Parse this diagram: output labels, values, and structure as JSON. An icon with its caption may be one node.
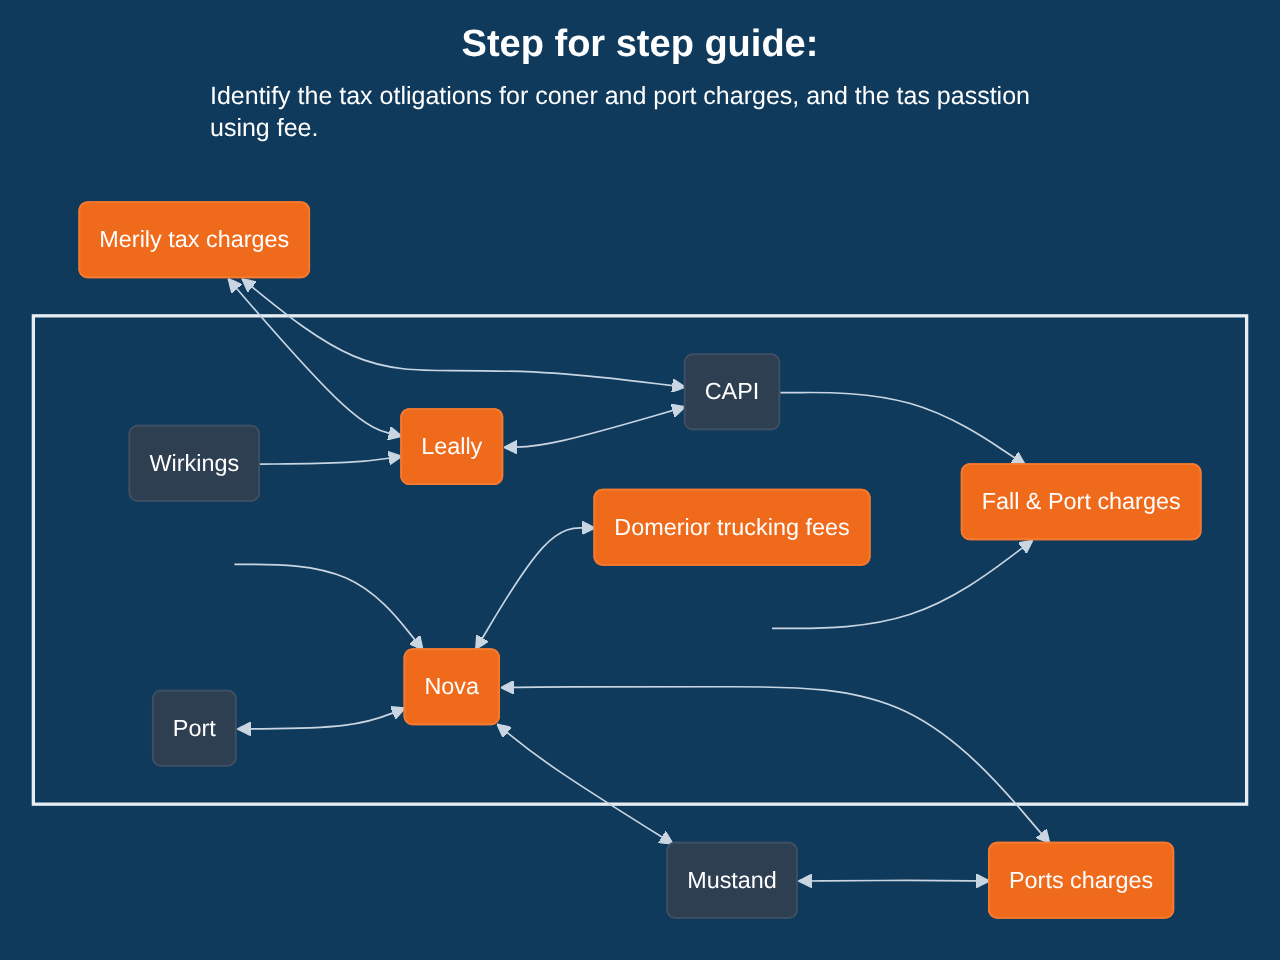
{
  "diagram": {
    "title": "Step for step guide:",
    "caption": "Identify the tax otligations for coner and port charges, and the tas passtion using fee.",
    "nodes": [
      {
        "text": [
          "Merily tax charges"
        ]
      },
      {
        "text": [],
        "shape": "box"
      },
      {
        "text": [
          "Wirkings"
        ],
        "in": 1
      },
      {
        "text": [
          "Leally"
        ],
        "in": 1
      },
      {
        "text": [
          "CAPI"
        ],
        "in": 1
      },
      {
        "text": [
          "Fall & Port charges"
        ],
        "in": 1
      },
      {
        "text": [
          "Port"
        ],
        "in": 1
      },
      {
        "text": [
          "Nova"
        ],
        "in": 1
      },
      {
        "text": [
          "Domerior trucking fees"
        ],
        "in": 1
      },
      {
        "text": [
          "Mustand"
        ]
      },
      {
        "text": [
          "Ports charges"
        ]
      }
    ],
    "edges": [
      {
        "from": 0,
        "to": 3,
        "arrow": "both"
      },
      {
        "from": 0,
        "to": 4,
        "arrow": "both"
      },
      {
        "from": 2,
        "to": 3,
        "arrow": "to"
      },
      {
        "from": 3,
        "to": 4,
        "arrow": "both"
      },
      {
        "from": 4,
        "to": 5,
        "arrow": "to"
      },
      {
        "from": null,
        "to": 5,
        "arrow": "to"
      },
      {
        "from": null,
        "to": 7,
        "arrow": "to"
      },
      {
        "from": 6,
        "to": 7,
        "arrow": "both"
      },
      {
        "from": 7,
        "to": 8,
        "arrow": "both"
      },
      {
        "from": 7,
        "to": 9,
        "arrow": "both"
      },
      {
        "from": 7,
        "to": 10,
        "arrow": "both"
      },
      {
        "from": 9,
        "to": 10,
        "arrow": "both"
      }
    ]
  }
}
